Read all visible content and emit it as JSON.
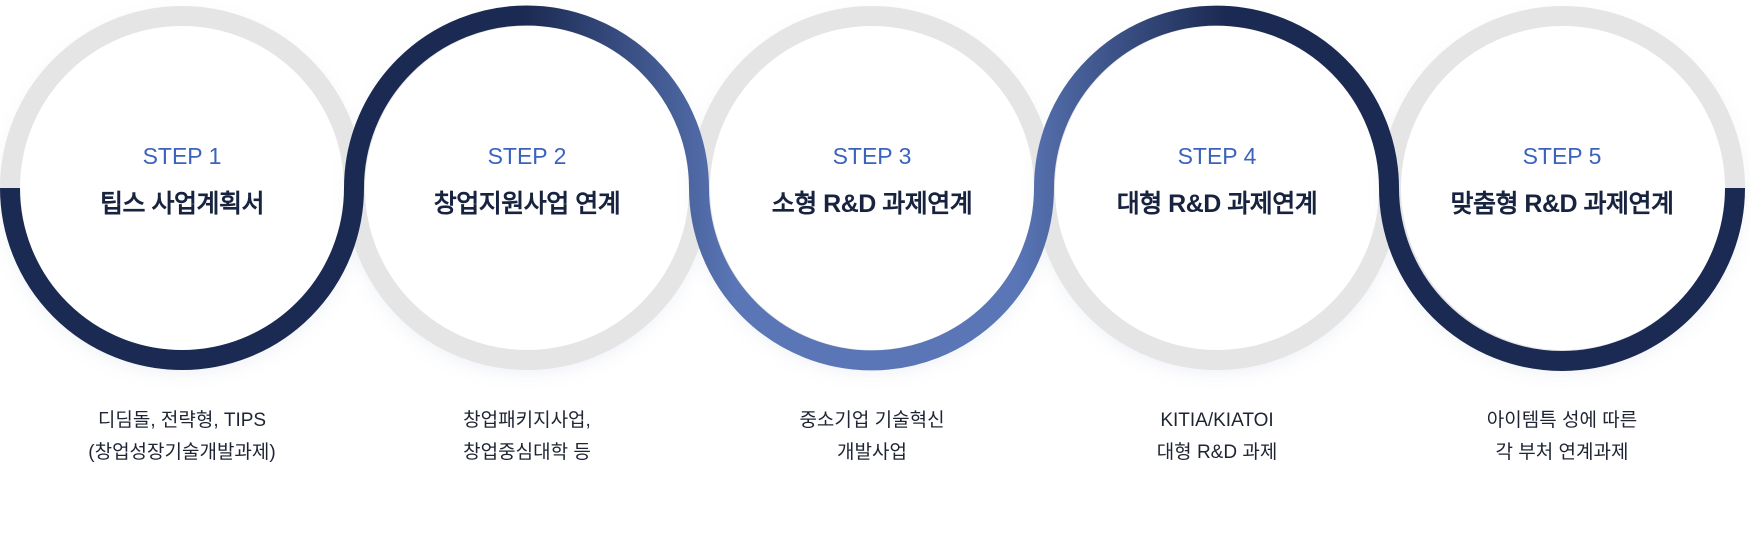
{
  "colors": {
    "navy": "#1b2a52",
    "blue": "#5a76b6",
    "gray": "#e5e5e5",
    "step_label": "#3b62bd"
  },
  "steps": [
    {
      "label": "STEP 1",
      "title": "팁스 사업계획서",
      "desc": [
        "디딤돌, 전략형, TIPS",
        "(창업성장기술개발과제)"
      ]
    },
    {
      "label": "STEP 2",
      "title": "창업지원사업 연계",
      "desc": [
        "창업패키지사업,",
        "창업중심대학 등"
      ]
    },
    {
      "label": "STEP 3",
      "title": "소형 R&D 과제연계",
      "desc": [
        "중소기업 기술혁신",
        "개발사업"
      ]
    },
    {
      "label": "STEP 4",
      "title": "대형 R&D 과제연계",
      "desc": [
        "KITIA/KIATOI",
        "대형 R&D 과제"
      ]
    },
    {
      "label": "STEP 5",
      "title": "맞춤형 R&D 과제연계",
      "desc": [
        "아이템특 성에 따른",
        "각 부처 연계과제"
      ]
    }
  ]
}
